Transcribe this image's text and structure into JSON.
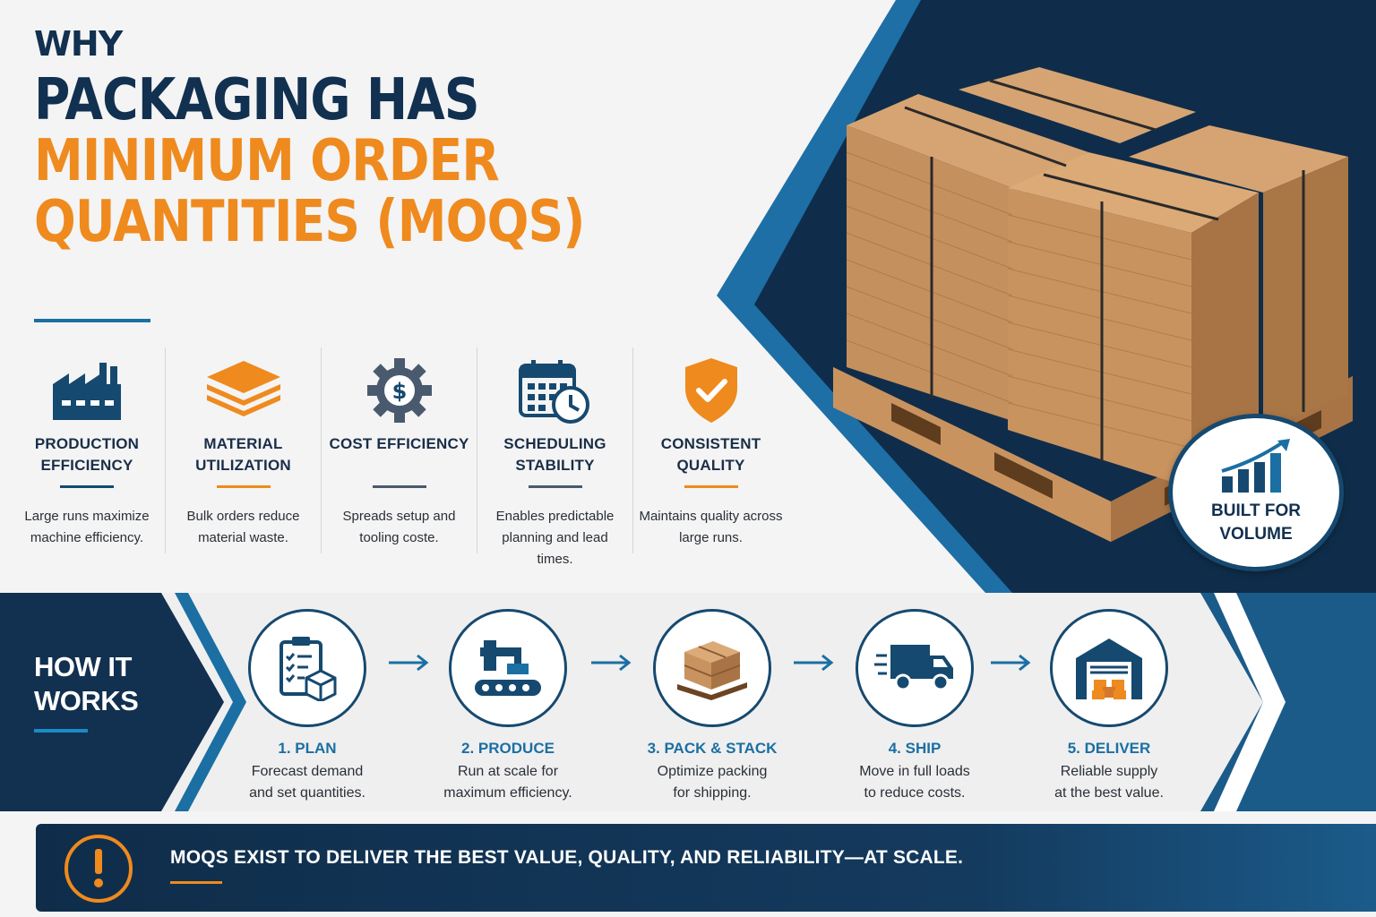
{
  "headline": {
    "line1": "WHY",
    "line2": "PACKAGING HAS",
    "line3": "MINIMUM ORDER",
    "line4": "QUANTITIES (MOQS)"
  },
  "benefits": [
    {
      "icon": "factory-icon",
      "title": "PRODUCTION EFFICIENCY",
      "desc": "Large runs maximize machine efficiency."
    },
    {
      "icon": "layers-icon",
      "title": "MATERIAL UTILIZATION",
      "desc": "Bulk orders reduce material waste."
    },
    {
      "icon": "dollar-gear-icon",
      "title": "COST EFFICIENCY",
      "desc": "Spreads setup and tooling coste."
    },
    {
      "icon": "calendar-clock-icon",
      "title": "SCHEDULING STABILITY",
      "desc": "Enables predictable planning and lead times."
    },
    {
      "icon": "shield-check-icon",
      "title": "CONSISTENT QUALITY",
      "desc": "Maintains quality across large runs."
    }
  ],
  "badge": {
    "label_line1": "BUILT FOR",
    "label_line2": "VOLUME",
    "icon": "growth-chart-icon"
  },
  "how_it_works": {
    "title_line1": "HOW IT",
    "title_line2": "WORKS",
    "steps": [
      {
        "icon": "clipboard-icon",
        "title": "1. PLAN",
        "desc_line1": "Forecast demand",
        "desc_line2": "and set quantities."
      },
      {
        "icon": "conveyor-machine-icon",
        "title": "2. PRODUCE",
        "desc_line1": "Run at scale for",
        "desc_line2": "maximum efficiency."
      },
      {
        "icon": "pallet-boxes-icon",
        "title": "3. PACK & STACK",
        "desc_line1": "Optimize packing",
        "desc_line2": "for shipping."
      },
      {
        "icon": "truck-icon",
        "title": "4. SHIP",
        "desc_line1": "Move in full loads",
        "desc_line2": "to reduce costs."
      },
      {
        "icon": "warehouse-icon",
        "title": "5. DELIVER",
        "desc_line1": "Reliable supply",
        "desc_line2": "at the best value."
      }
    ]
  },
  "footer": {
    "icon": "exclamation-icon",
    "text": "MOQS EXIST TO DELIVER THE BEST VALUE, QUALITY, AND RELIABILITY—AT SCALE."
  },
  "colors": {
    "navy": "#12304f",
    "blue": "#1b6fa3",
    "orange": "#ef8a1e",
    "cardboard": "#c99360"
  }
}
